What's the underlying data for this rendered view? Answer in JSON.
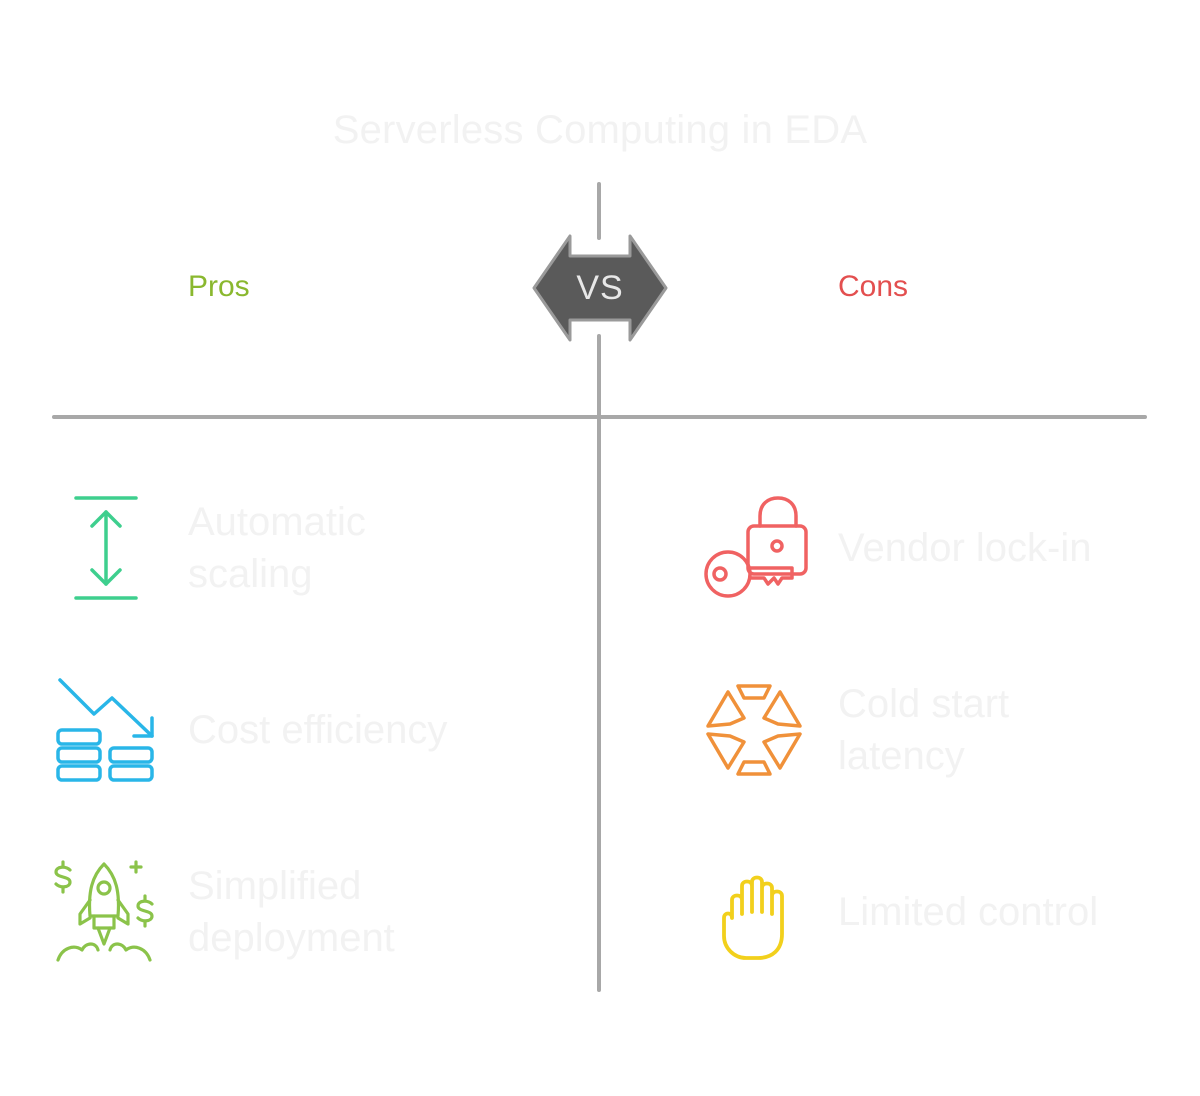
{
  "title": "Serverless Computing in EDA",
  "vs_label": "VS",
  "pros": {
    "heading": "Pros",
    "color": "#8ab82f",
    "items": [
      {
        "line1": "Automatic",
        "line2": "scaling",
        "icon": "vertical-arrows-icon",
        "color": "#3ecf8e"
      },
      {
        "line1": "Cost efficiency",
        "line2": "",
        "icon": "falling-coins-icon",
        "color": "#29b6e8"
      },
      {
        "line1": "Simplified",
        "line2": "deployment",
        "icon": "rocket-dollar-icon",
        "color": "#8bc34a"
      }
    ]
  },
  "cons": {
    "heading": "Cons",
    "color": "#e34f4f",
    "items": [
      {
        "line1": "Vendor lock-in",
        "line2": "",
        "icon": "lock-key-icon",
        "color": "#f06262"
      },
      {
        "line1": "Cold start",
        "line2": "latency",
        "icon": "hexagon-cycle-icon",
        "color": "#f0913a"
      },
      {
        "line1": "Limited control",
        "line2": "",
        "icon": "raised-hand-icon",
        "color": "#f2d01c"
      }
    ]
  },
  "colors": {
    "divider": "#a8a8a8",
    "vs_badge": "#5a5a5a",
    "label_text": "#f2f2f2"
  }
}
